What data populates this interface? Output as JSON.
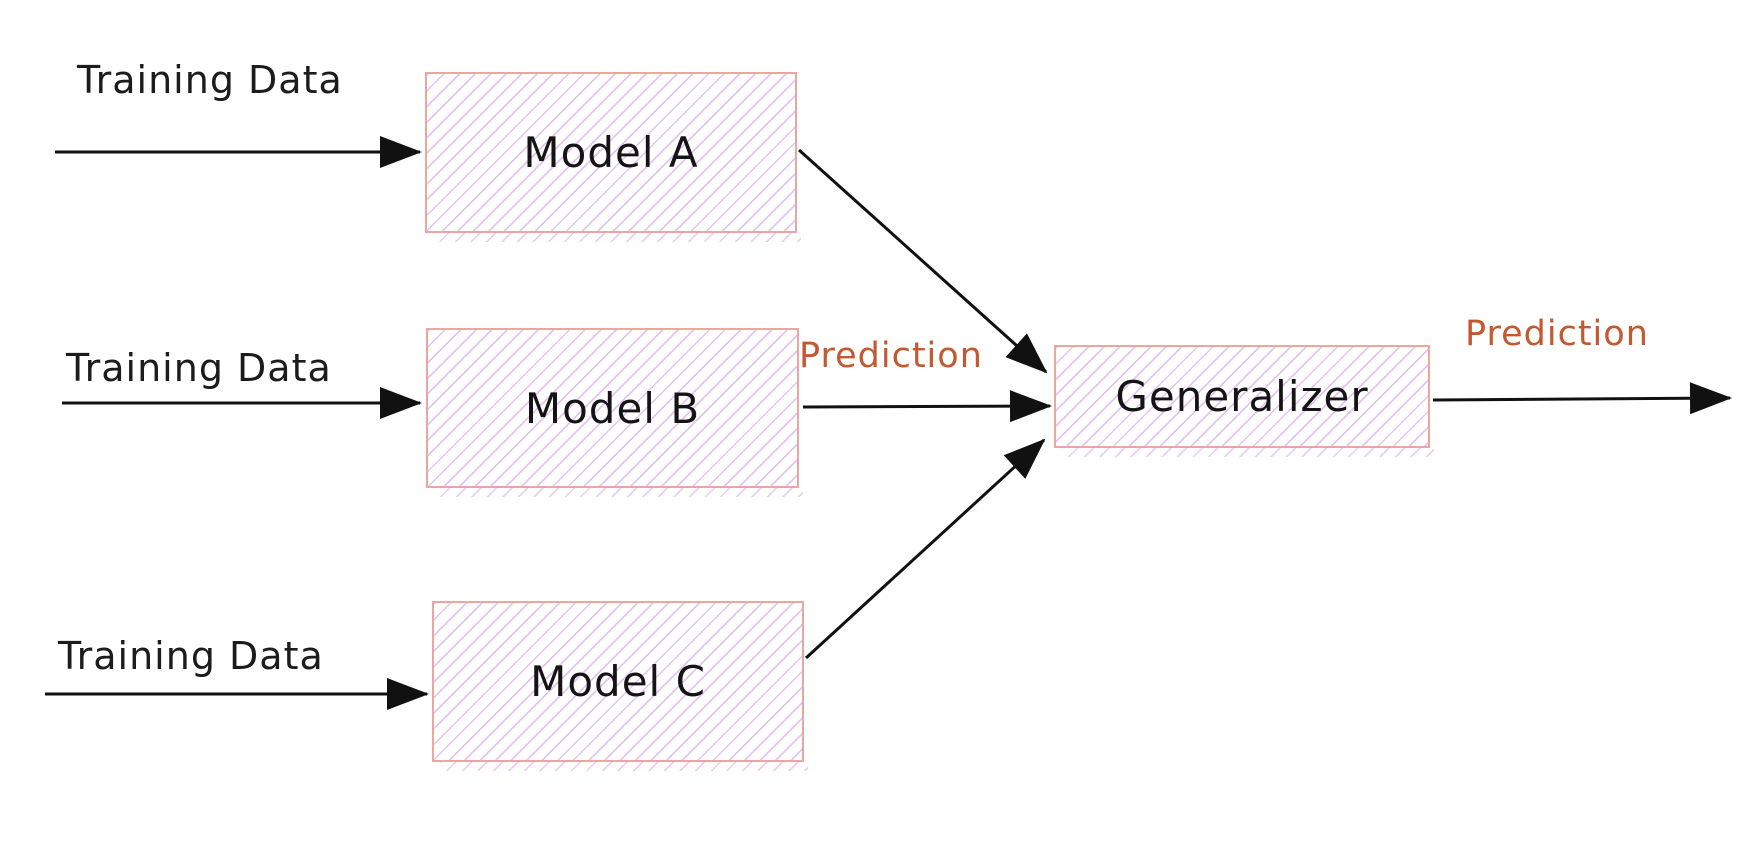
{
  "diagram": {
    "type": "flow-diagram",
    "description": "Stacked ensemble: three models receive training data and feed predictions into a generalizer which outputs a final prediction",
    "nodes": [
      {
        "id": "model-a",
        "label": "Model A"
      },
      {
        "id": "model-b",
        "label": "Model B"
      },
      {
        "id": "model-c",
        "label": "Model C"
      },
      {
        "id": "generalizer",
        "label": "Generalizer"
      }
    ],
    "edges": [
      {
        "id": "training-a",
        "from": "training-data",
        "to": "model-a",
        "label": "Training Data"
      },
      {
        "id": "training-b",
        "from": "training-data",
        "to": "model-b",
        "label": "Training Data"
      },
      {
        "id": "training-c",
        "from": "training-data",
        "to": "model-c",
        "label": "Training Data"
      },
      {
        "id": "model-a-to-generalizer",
        "from": "model-a",
        "to": "generalizer",
        "label": ""
      },
      {
        "id": "model-b-to-generalizer",
        "from": "model-b",
        "to": "generalizer",
        "label": "Prediction"
      },
      {
        "id": "model-c-to-generalizer",
        "from": "model-c",
        "to": "generalizer",
        "label": ""
      },
      {
        "id": "generalizer-output",
        "from": "generalizer",
        "to": "output",
        "label": "Prediction"
      }
    ],
    "colors": {
      "background": "#ffffff",
      "box_border": "#eaa7a0",
      "box_hatch_fill": "#d094e6",
      "node_text": "#141414",
      "arrow": "#111111",
      "training_label_text": "#1c1c1c",
      "prediction_label_text": "#c4582f"
    }
  }
}
